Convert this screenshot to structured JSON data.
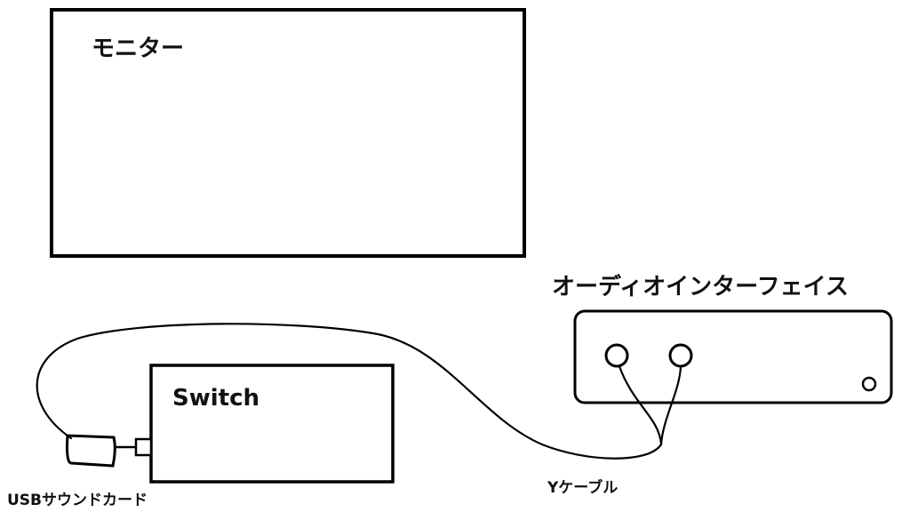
{
  "diagram": {
    "monitor": {
      "label": "モニター"
    },
    "switch_device": {
      "label": "Switch"
    },
    "audio_interface": {
      "label": "オーディオインターフェイス"
    },
    "usb_sound_card": {
      "label": "USBサウンドカード"
    },
    "y_cable": {
      "label": "Yケーブル"
    }
  }
}
